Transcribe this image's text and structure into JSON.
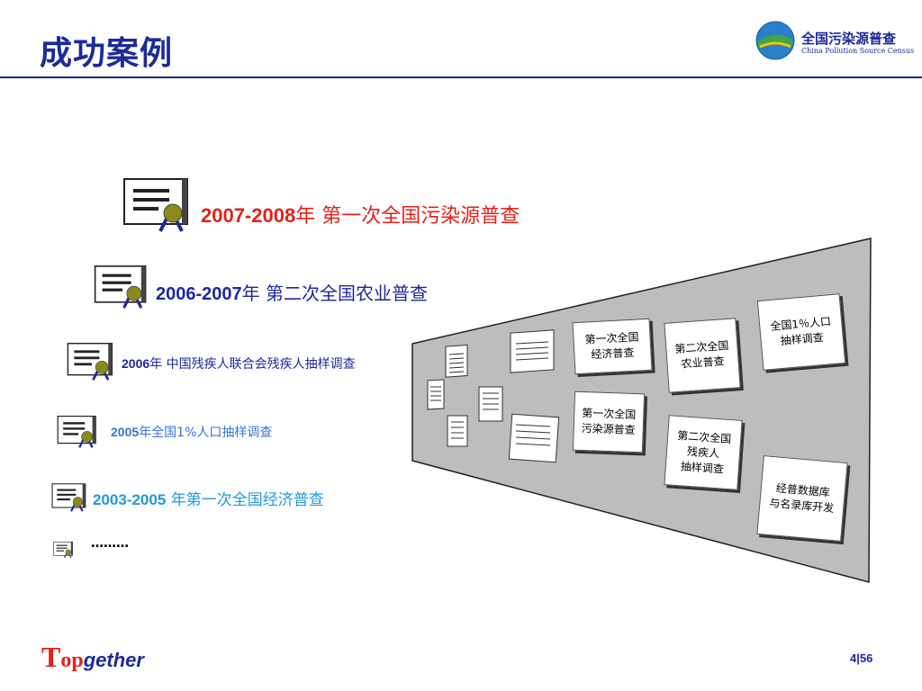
{
  "header": {
    "title": "成功案例",
    "logo": {
      "cn": "全国污染源普查",
      "en": "China Pollution Source Census"
    }
  },
  "cases": [
    {
      "year": "2007-2008",
      "text": "年 第一次全国污染源普查"
    },
    {
      "year": "2006-2007",
      "text": "年 第二次全国农业普查"
    },
    {
      "year": "2006",
      "text": "年 中国残疾人联合会残疾人抽样调查"
    },
    {
      "year": "2005",
      "text": "年全国1%人口抽样调查"
    },
    {
      "year": "2003-2005",
      "text": " 年第一次全国经济普查"
    }
  ],
  "more": "………",
  "wall_cards": {
    "economy": "第一次全国\n经济普查",
    "pollution": "第一次全国\n污染源普查",
    "agri": "第二次全国\n农业普查",
    "disabled": "第二次全国\n残疾人\n抽样调查",
    "population": "全国1％人口\n抽样调查",
    "database": "经普数据库\n与名录库开发"
  },
  "footer": {
    "logo_t": "T",
    "logo_op": "op",
    "logo_g": "gether",
    "page": "4|56"
  },
  "colors": {
    "brand_blue": "#1c2a9a",
    "red": "#e2221a",
    "light_blue": "#3a74d8",
    "cyan": "#2299dd"
  }
}
